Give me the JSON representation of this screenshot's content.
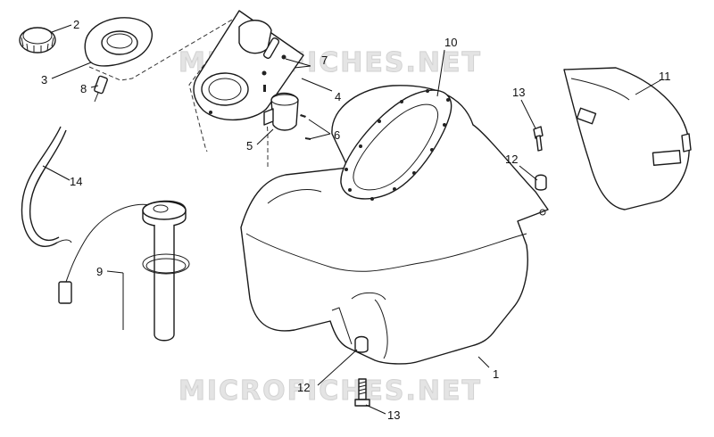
{
  "watermark": {
    "text": "MICROFICHES.NET"
  },
  "callouts": {
    "c1": "1",
    "c2": "2",
    "c3": "3",
    "c4": "4",
    "c5": "5",
    "c6": "6",
    "c7": "7",
    "c8": "8",
    "c9": "9",
    "c10": "10",
    "c11": "11",
    "c12a": "12",
    "c12b": "12",
    "c13a": "13",
    "c13b": "13",
    "c14": "14"
  }
}
